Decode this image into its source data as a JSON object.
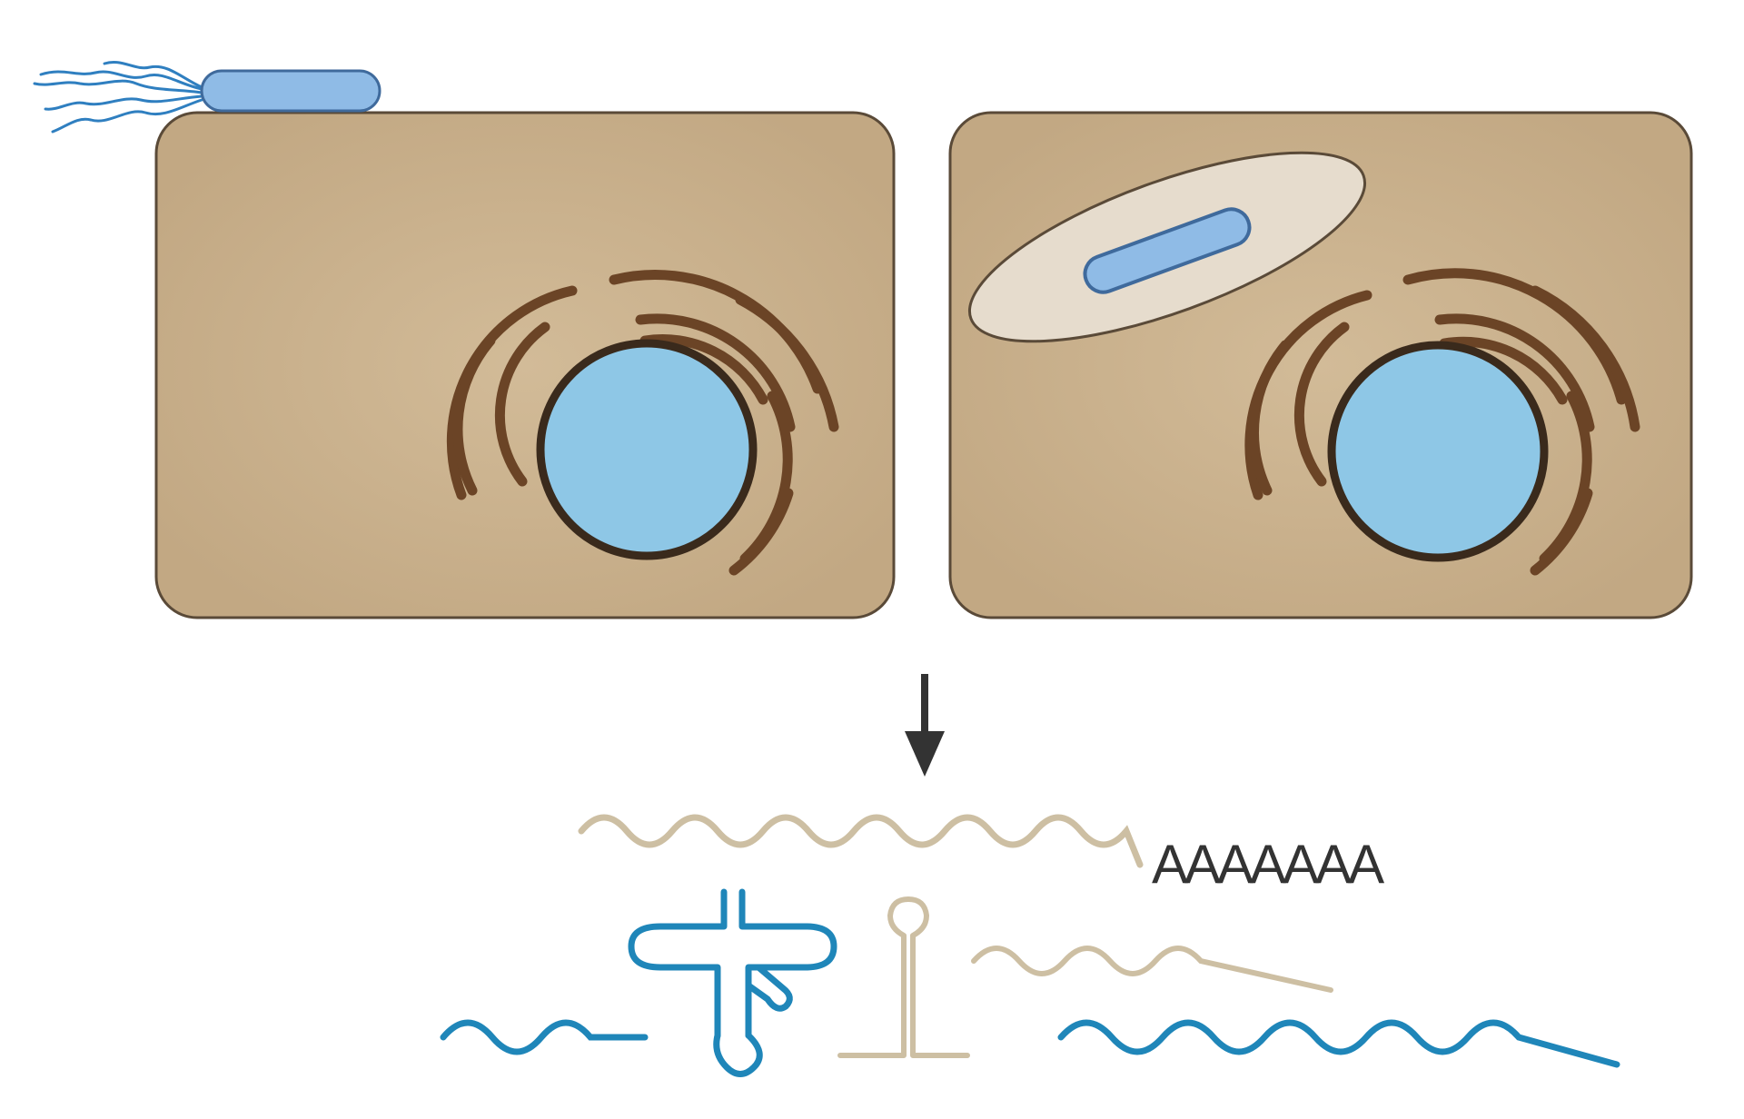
{
  "labels": {
    "poly_a_tail": "AAAAAAA"
  },
  "colors": {
    "background": "#ffffff",
    "host_cell_fill": "#c9b08c",
    "host_cell_stroke": "#5a4a38",
    "nucleus_fill": "#8ec7e6",
    "nucleus_stroke": "#3a2a1c",
    "er_membrane": "#6b4426",
    "bacterium_fill": "#8fbbe6",
    "bacterium_stroke": "#3f6a9c",
    "flagella": "#2f7fc0",
    "vacuole_fill": "#e6dccd",
    "host_rna": "#cdbfa3",
    "bacterial_rna": "#1f86b9",
    "poly_a_text": "#333333",
    "arrow": "#333333"
  },
  "icons": {
    "extracellular_bacterium": "flagellated-rod-bacterium",
    "intracellular_bacterium": "rod-bacterium-in-vacuole",
    "arrow": "down-arrow",
    "trna": "cloverleaf-trna",
    "hairpin_rna": "stem-loop-rna",
    "mrna": "wavy-strand"
  }
}
